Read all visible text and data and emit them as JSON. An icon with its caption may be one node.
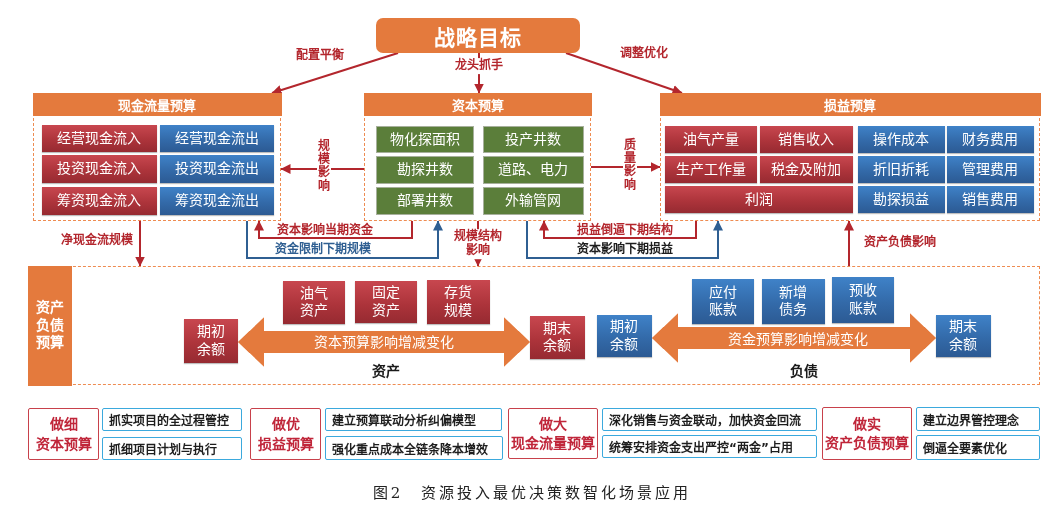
{
  "diagram": {
    "caption": "图2　资源投入最优决策数智化场景应用",
    "nodes": [
      {
        "text": [
          "战略目标"
        ]
      },
      {
        "text": [
          "现金流量预算"
        ]
      },
      {
        "text": [
          "经营现金流入"
        ],
        "in": 1
      },
      {
        "text": [
          "经营现金流出"
        ],
        "in": 1
      },
      {
        "text": [
          "投资现金流入"
        ],
        "in": 1
      },
      {
        "text": [
          "投资现金流出"
        ],
        "in": 1
      },
      {
        "text": [
          "筹资现金流入"
        ],
        "in": 1
      },
      {
        "text": [
          "筹资现金流出"
        ],
        "in": 1
      },
      {
        "text": [
          "资本预算"
        ]
      },
      {
        "text": [
          "物化探面积"
        ],
        "in": 8
      },
      {
        "text": [
          "投产井数"
        ],
        "in": 8
      },
      {
        "text": [
          "勘探井数"
        ],
        "in": 8
      },
      {
        "text": [
          "道路、电力"
        ],
        "in": 8
      },
      {
        "text": [
          "部署井数"
        ],
        "in": 8
      },
      {
        "text": [
          "外输管网"
        ],
        "in": 8
      },
      {
        "text": [
          "损益预算"
        ]
      },
      {
        "text": [
          "油气产量"
        ],
        "in": 15
      },
      {
        "text": [
          "销售收入"
        ],
        "in": 15
      },
      {
        "text": [
          "操作成本"
        ],
        "in": 15
      },
      {
        "text": [
          "财务费用"
        ],
        "in": 15
      },
      {
        "text": [
          "生产工作量"
        ],
        "in": 15
      },
      {
        "text": [
          "税金及附加"
        ],
        "in": 15
      },
      {
        "text": [
          "折旧折耗"
        ],
        "in": 15
      },
      {
        "text": [
          "管理费用"
        ],
        "in": 15
      },
      {
        "text": [
          "利润"
        ],
        "in": 15
      },
      {
        "text": [
          "勘探损益"
        ],
        "in": 15
      },
      {
        "text": [
          "销售费用"
        ],
        "in": 15
      },
      {
        "text": [
          "资产负债预算"
        ]
      },
      {
        "text": [
          "期初余额"
        ],
        "in": 27
      },
      {
        "text": [
          "油气资产"
        ],
        "in": 27
      },
      {
        "text": [
          "固定资产"
        ],
        "in": 27
      },
      {
        "text": [
          "存货规模"
        ],
        "in": 27
      },
      {
        "text": [
          "期末余额"
        ],
        "in": 27
      },
      {
        "text": [
          "期初余额"
        ],
        "in": 27
      },
      {
        "text": [
          "应付账款"
        ],
        "in": 27
      },
      {
        "text": [
          "新增债务"
        ],
        "in": 27
      },
      {
        "text": [
          "预收账款"
        ],
        "in": 27
      },
      {
        "text": [
          "期末余额"
        ],
        "in": 27
      },
      {
        "text": [
          "做细",
          "资本预算"
        ]
      },
      {
        "text": [
          "抓实项目的全过程管控"
        ]
      },
      {
        "text": [
          "抓细项目计划与执行"
        ]
      },
      {
        "text": [
          "做优",
          "损益预算"
        ]
      },
      {
        "text": [
          "建立预算联动分析纠偏模型"
        ]
      },
      {
        "text": [
          "强化重点成本全链条降本增效"
        ]
      },
      {
        "text": [
          "做大",
          "现金流量预算"
        ]
      },
      {
        "text": [
          "深化销售与资金联动，加快资金回流"
        ]
      },
      {
        "text": [
          "统筹安排资金支出严控“两金”占用"
        ]
      },
      {
        "text": [
          "做实",
          "资产负债预算"
        ]
      },
      {
        "text": [
          "建立边界管控理念"
        ]
      },
      {
        "text": [
          "倒逼全要素优化"
        ]
      }
    ],
    "edges": [
      {
        "from": 0,
        "to": 1,
        "arrow": "to",
        "label": "配置平衡"
      },
      {
        "from": 0,
        "to": 8,
        "arrow": "to",
        "label": "龙头抓手"
      },
      {
        "from": 0,
        "to": 15,
        "arrow": "to",
        "label": "调整优化"
      },
      {
        "from": 8,
        "to": 1,
        "arrow": "to",
        "label": "规模影响"
      },
      {
        "from": 8,
        "to": 15,
        "arrow": "to",
        "label": "质量影响"
      },
      {
        "from": 8,
        "to": 1,
        "arrow": "to",
        "label": "资本影响当期资金"
      },
      {
        "from": 1,
        "to": 8,
        "arrow": "to",
        "label": "资金限制下期规模",
        "color": "#2f5f92"
      },
      {
        "from": 1,
        "to": 27,
        "arrow": "to",
        "label": "净现金流规模"
      },
      {
        "from": 8,
        "to": 27,
        "arrow": "to",
        "label": "规模结构影响"
      },
      {
        "from": 15,
        "to": 8,
        "arrow": "to",
        "label": "损益倒逼下期结构"
      },
      {
        "from": 8,
        "to": 15,
        "arrow": "to",
        "label": "资本影响下期损益",
        "color": "#2f5f92"
      },
      {
        "from": 27,
        "to": 15,
        "arrow": "to",
        "label": "资产负债影响"
      },
      {
        "from": 28,
        "to": 32,
        "arrow": "both",
        "label": "资本预算影响增减变化",
        "style": "thick",
        "color": "#e47a3d"
      },
      {
        "from": 33,
        "to": 37,
        "arrow": "both",
        "label": "资金预算影响增减变化",
        "style": "thick",
        "color": "#e47a3d"
      }
    ],
    "labels": [
      "资产",
      "负债"
    ]
  }
}
